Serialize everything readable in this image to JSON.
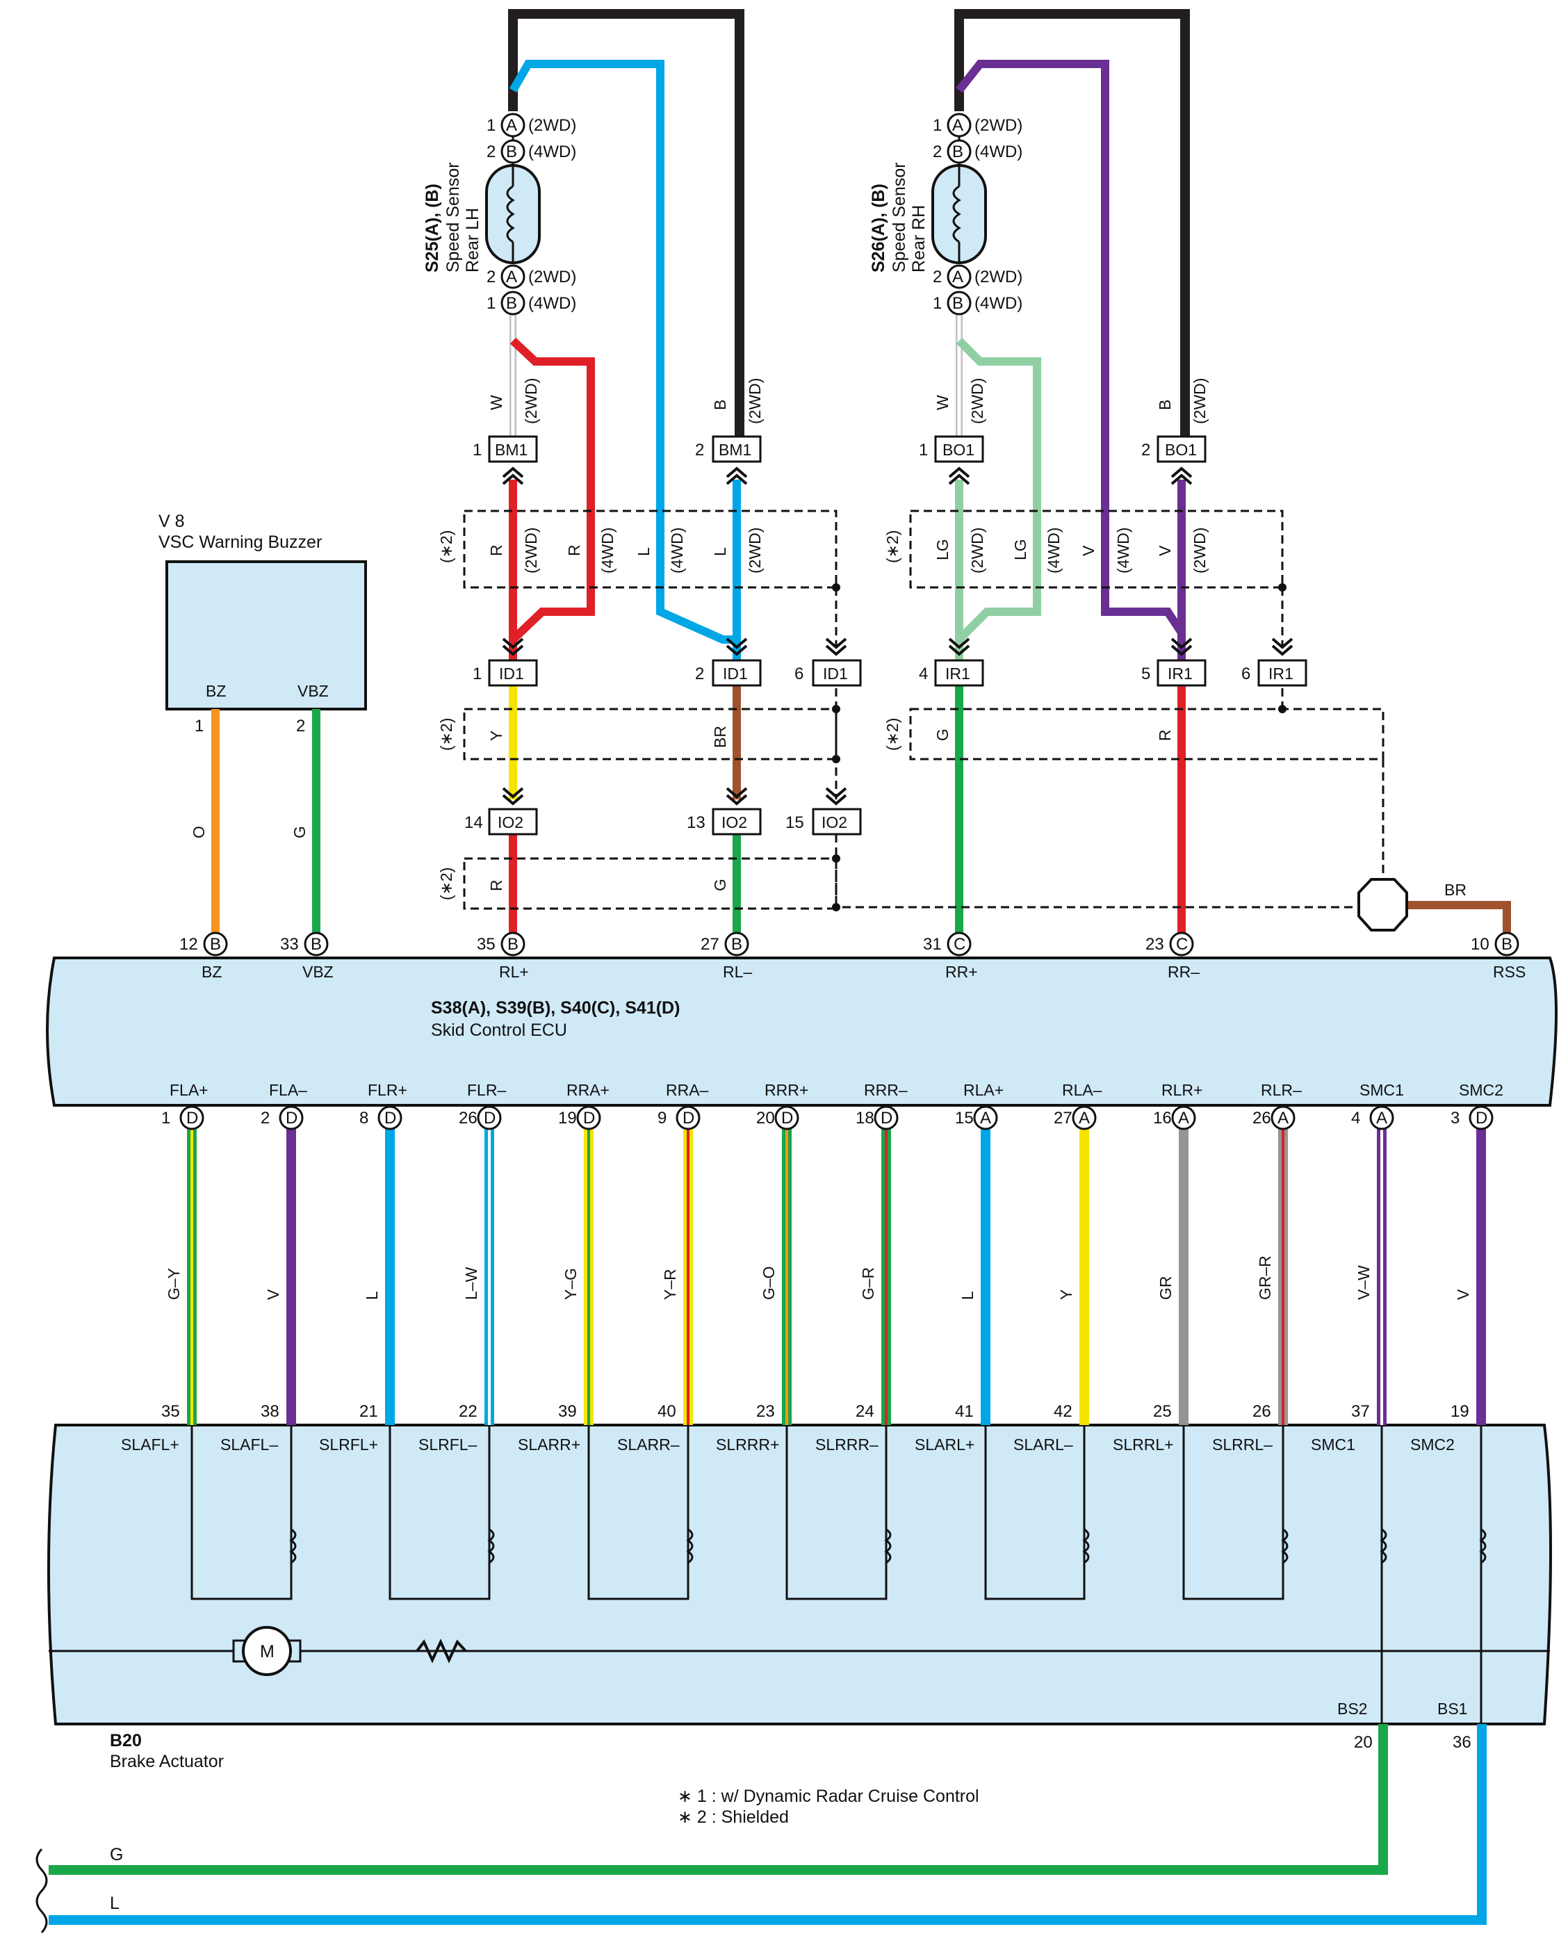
{
  "components": {
    "sensor_lh": {
      "code": "S25(A), (B)",
      "name1": "Speed Sensor",
      "name2": "Rear LH"
    },
    "sensor_rh": {
      "code": "S26(A), (B)",
      "name1": "Speed Sensor",
      "name2": "Rear RH"
    },
    "buzzer": {
      "code": "V 8",
      "name": "VSC Warning Buzzer",
      "term_bz": "BZ",
      "term_vbz": "VBZ"
    },
    "ecu": {
      "code": "S38(A), S39(B), S40(C), S41(D)",
      "name": "Skid Control ECU"
    },
    "actuator": {
      "code": "B20",
      "name": "Brake Actuator",
      "motor": "M",
      "bs2": "BS2",
      "bs1": "BS1",
      "pin_bs2": "20",
      "pin_bs1": "36"
    }
  },
  "sensor_pins": {
    "top": [
      {
        "num": "1",
        "letter": "A",
        "note": "(2WD)"
      },
      {
        "num": "2",
        "letter": "B",
        "note": "(4WD)"
      }
    ],
    "bottom": [
      {
        "num": "2",
        "letter": "A",
        "note": "(2WD)"
      },
      {
        "num": "1",
        "letter": "B",
        "note": "(4WD)"
      }
    ]
  },
  "connectors": {
    "bm1_1": {
      "pin": "1",
      "name": "BM1"
    },
    "bm1_2": {
      "pin": "2",
      "name": "BM1"
    },
    "bo1_1": {
      "pin": "1",
      "name": "BO1"
    },
    "bo1_2": {
      "pin": "2",
      "name": "BO1"
    },
    "id1_1": {
      "pin": "1",
      "name": "ID1"
    },
    "id1_2": {
      "pin": "2",
      "name": "ID1"
    },
    "id1_6": {
      "pin": "6",
      "name": "ID1"
    },
    "ir1_4": {
      "pin": "4",
      "name": "IR1"
    },
    "ir1_5": {
      "pin": "5",
      "name": "IR1"
    },
    "ir1_6": {
      "pin": "6",
      "name": "IR1"
    },
    "io2_14": {
      "pin": "14",
      "name": "IO2"
    },
    "io2_13": {
      "pin": "13",
      "name": "IO2"
    },
    "io2_15": {
      "pin": "15",
      "name": "IO2"
    }
  },
  "shield_marks": {
    "star2": "(∗2)"
  },
  "wire_labels": {
    "lh_w": "W",
    "lh_2wd": "(2WD)",
    "lh_b": "B",
    "lh_b_2wd": "(2WD)",
    "rh_w": "W",
    "rh_2wd": "(2WD)",
    "rh_b": "B",
    "rh_b_2wd": "(2WD)",
    "lh_r1": "R",
    "lh_r1n": "(2WD)",
    "lh_r2": "R",
    "lh_r2n": "(4WD)",
    "lh_l1": "L",
    "lh_l1n": "(4WD)",
    "lh_l2": "L",
    "lh_l2n": "(2WD)",
    "rh_lg1": "LG",
    "rh_lg1n": "(2WD)",
    "rh_lg2": "LG",
    "rh_lg2n": "(4WD)",
    "rh_v1": "V",
    "rh_v1n": "(4WD)",
    "rh_v2": "V",
    "rh_v2n": "(2WD)",
    "y": "Y",
    "br": "BR",
    "g_rr": "G",
    "r_rr": "R",
    "r_rl": "R",
    "g_rl": "G",
    "o": "O",
    "g_vbz": "G",
    "br_rss": "BR"
  },
  "ecu_top_pins": [
    {
      "num": "12",
      "letter": "B",
      "label": "BZ"
    },
    {
      "num": "33",
      "letter": "B",
      "label": "VBZ"
    },
    {
      "num": "35",
      "letter": "B",
      "label": "RL+"
    },
    {
      "num": "27",
      "letter": "B",
      "label": "RL–"
    },
    {
      "num": "31",
      "letter": "C",
      "label": "RR+"
    },
    {
      "num": "23",
      "letter": "C",
      "label": "RR–"
    },
    {
      "num": "10",
      "letter": "B",
      "label": "RSS"
    }
  ],
  "bottom_wires": [
    {
      "ecu_label": "FLA+",
      "ecu_pin": "1",
      "ecu_letter": "D",
      "color": "G–Y",
      "act_pin": "35",
      "act_label": "SLAFL+",
      "base": "#1aa64a",
      "stripe": "#f5e400"
    },
    {
      "ecu_label": "FLA–",
      "ecu_pin": "2",
      "ecu_letter": "D",
      "color": "V",
      "act_pin": "38",
      "act_label": "SLAFL–",
      "base": "#6a2f93",
      "stripe": ""
    },
    {
      "ecu_label": "FLR+",
      "ecu_pin": "8",
      "ecu_letter": "D",
      "color": "L",
      "act_pin": "21",
      "act_label": "SLRFL+",
      "base": "#00a6e6",
      "stripe": ""
    },
    {
      "ecu_label": "FLR–",
      "ecu_pin": "26",
      "ecu_letter": "D",
      "color": "L–W",
      "act_pin": "22",
      "act_label": "SLRFL–",
      "base": "#00a6e6",
      "stripe": "#ffffff"
    },
    {
      "ecu_label": "RRA+",
      "ecu_pin": "19",
      "ecu_letter": "D",
      "color": "Y–G",
      "act_pin": "39",
      "act_label": "SLARR+",
      "base": "#f5e400",
      "stripe": "#1aa64a"
    },
    {
      "ecu_label": "RRA–",
      "ecu_pin": "9",
      "ecu_letter": "D",
      "color": "Y–R",
      "act_pin": "40",
      "act_label": "SLARR–",
      "base": "#f5e400",
      "stripe": "#e02027"
    },
    {
      "ecu_label": "RRR+",
      "ecu_pin": "20",
      "ecu_letter": "D",
      "color": "G–O",
      "act_pin": "23",
      "act_label": "SLRRR+",
      "base": "#1aa64a",
      "stripe": "#f7941d"
    },
    {
      "ecu_label": "RRR–",
      "ecu_pin": "18",
      "ecu_letter": "D",
      "color": "G–R",
      "act_pin": "24",
      "act_label": "SLRRR–",
      "base": "#1aa64a",
      "stripe": "#e02027"
    },
    {
      "ecu_label": "RLA+",
      "ecu_pin": "15",
      "ecu_letter": "A",
      "color": "L",
      "act_pin": "41",
      "act_label": "SLARL+",
      "base": "#00a6e6",
      "stripe": ""
    },
    {
      "ecu_label": "RLA–",
      "ecu_pin": "27",
      "ecu_letter": "A",
      "color": "Y",
      "act_pin": "42",
      "act_label": "SLARL–",
      "base": "#f5e400",
      "stripe": ""
    },
    {
      "ecu_label": "RLR+",
      "ecu_pin": "16",
      "ecu_letter": "A",
      "color": "GR",
      "act_pin": "25",
      "act_label": "SLRRL+",
      "base": "#939598",
      "stripe": ""
    },
    {
      "ecu_label": "RLR–",
      "ecu_pin": "26",
      "ecu_letter": "A",
      "color": "GR–R",
      "act_pin": "26",
      "act_label": "SLRRL–",
      "base": "#939598",
      "stripe": "#e02027"
    },
    {
      "ecu_label": "SMC1",
      "ecu_pin": "4",
      "ecu_letter": "A",
      "color": "V–W",
      "act_pin": "37",
      "act_label": "SMC1",
      "base": "#6a2f93",
      "stripe": "#ffffff"
    },
    {
      "ecu_label": "SMC2",
      "ecu_pin": "3",
      "ecu_letter": "D",
      "color": "V",
      "act_pin": "19",
      "act_label": "SMC2",
      "base": "#6a2f93",
      "stripe": ""
    }
  ],
  "power_lines": {
    "g": "G",
    "l": "L"
  },
  "notes": {
    "n1": "∗ 1 : w/ Dynamic Radar Cruise Control",
    "n2": "∗ 2 : Shielded"
  },
  "colors": {
    "black": "#231f20",
    "blue": "#00a6e6",
    "purple": "#6a2f93",
    "red": "#e02027",
    "lightgreen": "#8fcfa3",
    "green": "#1aa64a",
    "yellow": "#f5e400",
    "brown": "#a0522d",
    "orange": "#f7941d",
    "white_wire": "#d9d9d9",
    "gray": "#939598",
    "panel": "#cfe9f7"
  }
}
